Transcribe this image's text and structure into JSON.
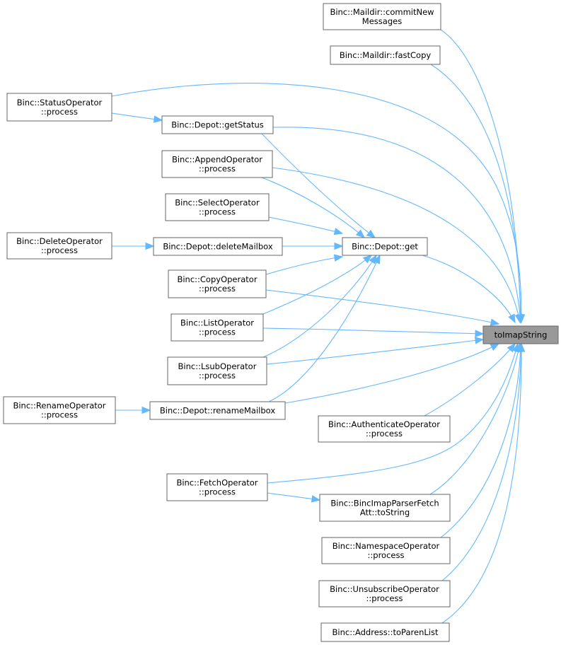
{
  "graph": {
    "target": {
      "id": "tostring",
      "lines": [
        "toImapString"
      ]
    },
    "nodes": [
      {
        "id": "maildir_commit",
        "lines": [
          "Binc::Maildir::commitNew",
          "Messages"
        ]
      },
      {
        "id": "maildir_fastcopy",
        "lines": [
          "Binc::Maildir::fastCopy"
        ]
      },
      {
        "id": "statusop",
        "lines": [
          "Binc::StatusOperator",
          "::process"
        ]
      },
      {
        "id": "depot_getstatus",
        "lines": [
          "Binc::Depot::getStatus"
        ]
      },
      {
        "id": "appendop",
        "lines": [
          "Binc::AppendOperator",
          "::process"
        ]
      },
      {
        "id": "selectop",
        "lines": [
          "Binc::SelectOperator",
          "::process"
        ]
      },
      {
        "id": "deleteop",
        "lines": [
          "Binc::DeleteOperator",
          "::process"
        ]
      },
      {
        "id": "depot_deletemailbox",
        "lines": [
          "Binc::Depot::deleteMailbox"
        ]
      },
      {
        "id": "depot_get",
        "lines": [
          "Binc::Depot::get"
        ]
      },
      {
        "id": "copyop",
        "lines": [
          "Binc::CopyOperator",
          "::process"
        ]
      },
      {
        "id": "listop",
        "lines": [
          "Binc::ListOperator",
          "::process"
        ]
      },
      {
        "id": "lsubop",
        "lines": [
          "Binc::LsubOperator",
          "::process"
        ]
      },
      {
        "id": "renameop",
        "lines": [
          "Binc::RenameOperator",
          "::process"
        ]
      },
      {
        "id": "depot_renamemailbox",
        "lines": [
          "Binc::Depot::renameMailbox"
        ]
      },
      {
        "id": "authop",
        "lines": [
          "Binc::AuthenticateOperator",
          "::process"
        ]
      },
      {
        "id": "fetchop",
        "lines": [
          "Binc::FetchOperator",
          "::process"
        ]
      },
      {
        "id": "fetchatt",
        "lines": [
          "Binc::BincImapParserFetch",
          "Att::toString"
        ]
      },
      {
        "id": "namespaceop",
        "lines": [
          "Binc::NamespaceOperator",
          "::process"
        ]
      },
      {
        "id": "unsubscribeop",
        "lines": [
          "Binc::UnsubscribeOperator",
          "::process"
        ]
      },
      {
        "id": "address",
        "lines": [
          "Binc::Address::toParenList"
        ]
      }
    ],
    "edges": [
      {
        "from": "maildir_commit",
        "to": "tostring"
      },
      {
        "from": "maildir_fastcopy",
        "to": "tostring"
      },
      {
        "from": "statusop",
        "to": "tostring"
      },
      {
        "from": "depot_getstatus",
        "to": "tostring"
      },
      {
        "from": "appendop",
        "to": "tostring"
      },
      {
        "from": "depot_get",
        "to": "tostring"
      },
      {
        "from": "copyop",
        "to": "tostring"
      },
      {
        "from": "listop",
        "to": "tostring"
      },
      {
        "from": "lsubop",
        "to": "tostring"
      },
      {
        "from": "depot_renamemailbox",
        "to": "tostring"
      },
      {
        "from": "authop",
        "to": "tostring"
      },
      {
        "from": "fetchop",
        "to": "tostring"
      },
      {
        "from": "fetchatt",
        "to": "tostring"
      },
      {
        "from": "namespaceop",
        "to": "tostring"
      },
      {
        "from": "unsubscribeop",
        "to": "tostring"
      },
      {
        "from": "address",
        "to": "tostring"
      },
      {
        "from": "statusop",
        "to": "depot_getstatus"
      },
      {
        "from": "depot_getstatus",
        "to": "depot_get"
      },
      {
        "from": "appendop",
        "to": "depot_get"
      },
      {
        "from": "selectop",
        "to": "depot_get"
      },
      {
        "from": "depot_deletemailbox",
        "to": "depot_get"
      },
      {
        "from": "copyop",
        "to": "depot_get"
      },
      {
        "from": "listop",
        "to": "depot_get"
      },
      {
        "from": "lsubop",
        "to": "depot_get"
      },
      {
        "from": "depot_renamemailbox",
        "to": "depot_get"
      },
      {
        "from": "deleteop",
        "to": "depot_deletemailbox"
      },
      {
        "from": "renameop",
        "to": "depot_renamemailbox"
      },
      {
        "from": "fetchop",
        "to": "fetchatt"
      }
    ],
    "colors": {
      "edge": "#63b8ff",
      "node_border": "#666666",
      "target_fill": "#999999",
      "node_fill": "#ffffff"
    }
  }
}
